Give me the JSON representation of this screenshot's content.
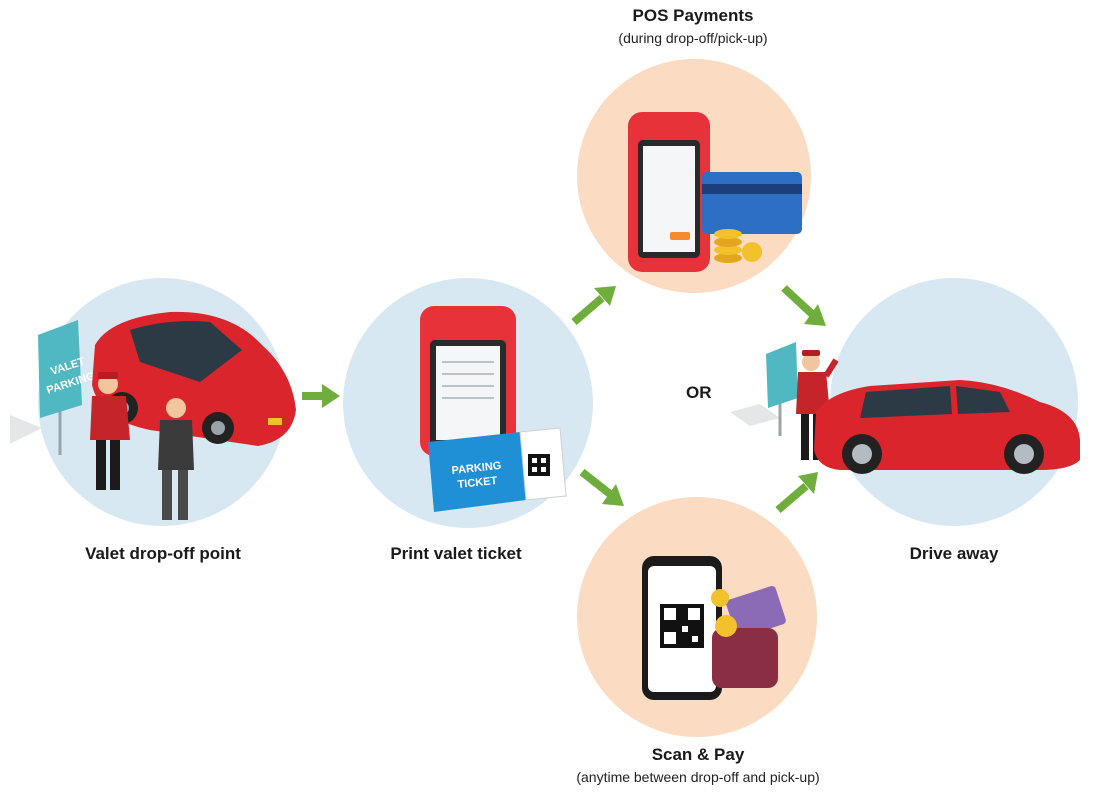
{
  "nodes": {
    "dropoff": {
      "label": "Valet drop-off point"
    },
    "print": {
      "label": "Print valet ticket"
    },
    "pos": {
      "label": "POS Payments",
      "sublabel": "(during drop-off/pick-up)"
    },
    "scan": {
      "label": "Scan & Pay",
      "sublabel": "(anytime between drop-off and pick-up)"
    },
    "drive": {
      "label": "Drive away"
    }
  },
  "or_label": "OR",
  "illustration_text": {
    "valet_sign": [
      "VALET",
      "PARKING"
    ],
    "ticket": [
      "PARKING",
      "TICKET"
    ]
  },
  "colors": {
    "blue_circle": "#d8e8f2",
    "peach_circle": "#fbdcc3",
    "arrow": "#6fae3c",
    "car_red": "#d9252b",
    "ticket_blue": "#1f8fd6"
  }
}
